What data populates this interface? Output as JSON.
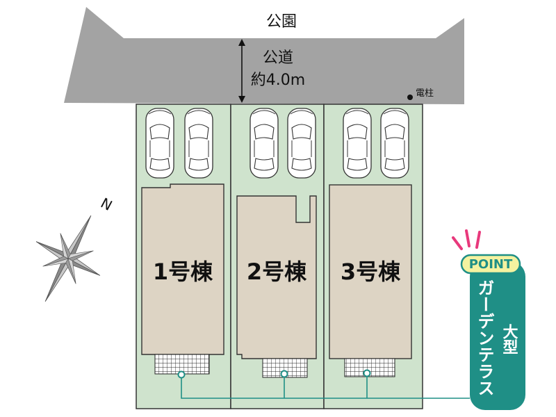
{
  "park_label": "公園",
  "road": {
    "label": "公道",
    "width": "約4.0m"
  },
  "pole_label": "電柱",
  "compass_label": "N",
  "lots": [
    {
      "label": "1号棟"
    },
    {
      "label": "2号棟"
    },
    {
      "label": "3号棟"
    }
  ],
  "callout": {
    "badge": "POINT",
    "text_main": "ガーデンテラス",
    "text_sub": "大型"
  },
  "colors": {
    "road": "#a3a3a3",
    "lot_green": "#cfe3cd",
    "building": "#ddd4c4",
    "callout_teal": "#1f8f86",
    "badge_yellow": "#f4f2a0",
    "accent_pink": "#e8397c",
    "connector": "#1f8f86"
  }
}
